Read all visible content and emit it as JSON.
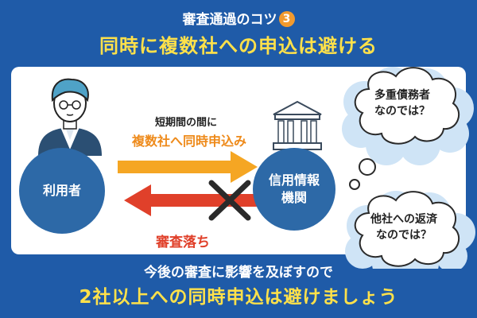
{
  "header": {
    "subtitle": "審査通過のコツ",
    "badge_number": "3",
    "title": "同時に複数社への申込は避ける"
  },
  "diagram": {
    "user_label": "利用者",
    "credit_bureau_label_line1": "信用情報",
    "credit_bureau_label_line2": "機関",
    "arrow_top_caption": "短期間の間に",
    "arrow_top_label": "複数社へ同時申込み",
    "arrow_bottom_label": "審査落ち"
  },
  "thought_bubbles": [
    {
      "line1": "多重債務者",
      "line2": "なのでは？"
    },
    {
      "line1": "他社への返済",
      "line2": "なのでは？"
    }
  ],
  "footer": {
    "line1": "今後の審査に影響を及ぼすので",
    "line2": "2社以上への同時申込は避けましょう"
  },
  "colors": {
    "background": "#1f5ba8",
    "accent_yellow": "#ffe14a",
    "arrow_orange": "#f5a623",
    "arrow_red": "#e0402a",
    "circle_blue": "#2d69a7"
  },
  "icons": [
    "person-icon",
    "building-icon",
    "cross-mark-icon",
    "cloud-bubble-icon"
  ]
}
